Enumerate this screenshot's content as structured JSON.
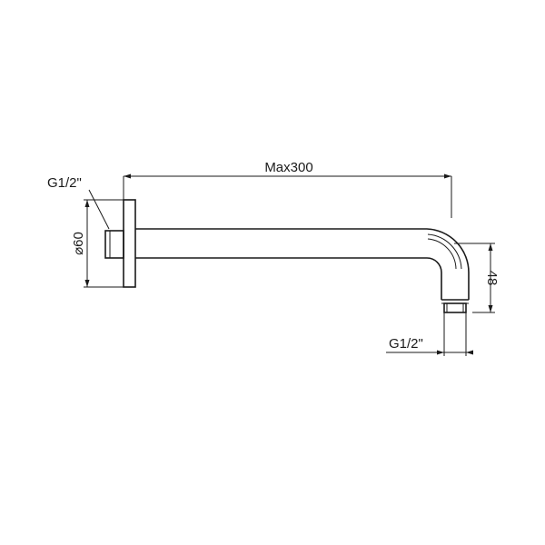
{
  "drawing": {
    "labels": {
      "length": "Max300",
      "flange_thread": "G1/2\"",
      "flange_diameter": "⌀60",
      "drop_height": "48",
      "outlet_thread": "G1/2\""
    },
    "colors": {
      "line": "#1a1a1a",
      "background": "#ffffff"
    }
  }
}
